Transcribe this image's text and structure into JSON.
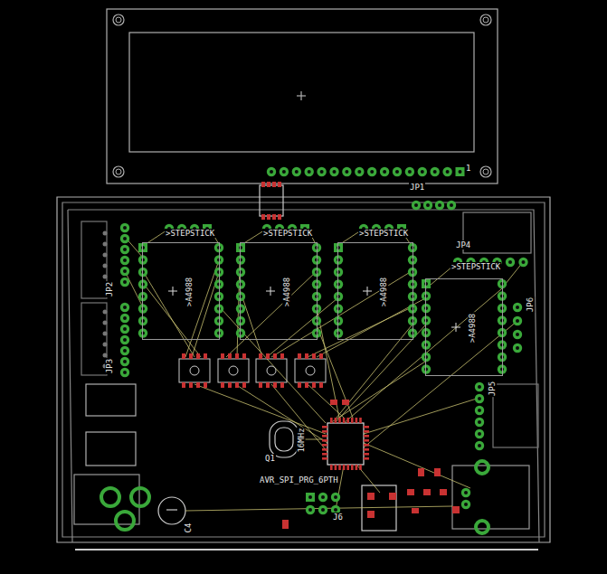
{
  "diagram": {
    "nodes": [
      {
        "text": [
          ">A4988"
        ]
      },
      {
        "text": [
          ">A4988"
        ]
      },
      {
        "text": [
          ">A4988"
        ]
      },
      {
        "text": [
          ">A4988"
        ]
      }
    ],
    "labels": [
      "1",
      "JP1",
      ">STEPSTICK",
      ">STEPSTICK",
      ">STEPSTICK",
      "JP4",
      ">STEPSTICK",
      "JP2",
      "JP3",
      "JP6",
      "JP5",
      "Q1",
      "16MHz",
      "AVR_SPI_PRG_6PTH",
      "J6",
      "C4"
    ]
  }
}
